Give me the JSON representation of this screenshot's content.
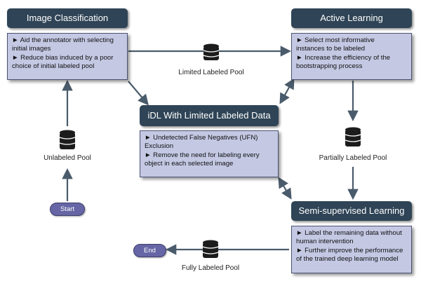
{
  "cards": {
    "image_classification": {
      "title": "Image Classification",
      "lines": [
        "► Aid the annotator with selecting",
        "initial images",
        "► Reduce bias induced by a poor",
        "choice of initial labeled pool"
      ]
    },
    "active_learning": {
      "title": "Active Learning",
      "lines": [
        "► Select most informative",
        "instances to be labeled",
        "► Increase the efficiency of the",
        "bootstrapping process"
      ]
    },
    "idl": {
      "title": "iDL With Limited Labeled Data",
      "lines": [
        "► Undetected False Negatives (UFN)",
        "Exclusion",
        "► Remove the need for labeling every",
        "object in each selected image"
      ]
    },
    "semi_supervised": {
      "title": "Semi-supervised Learning",
      "lines": [
        "► Label the remaining data without",
        "human intervention",
        "► Further improve the performance",
        "of the trained deep learning model"
      ]
    }
  },
  "pools": {
    "limited": "Limited Labeled Pool",
    "unlabeled": "Unlabeled Pool",
    "partial": "Partially Labeled Pool",
    "full": "Fully Labeled Pool"
  },
  "terminals": {
    "start": "Start",
    "end": "End"
  },
  "colors": {
    "title_bar": "#2f4456",
    "body": "#c4c8e3",
    "arrow": "#4a5b6b",
    "database": "#1c1c1c",
    "terminal": "#6666a6"
  }
}
